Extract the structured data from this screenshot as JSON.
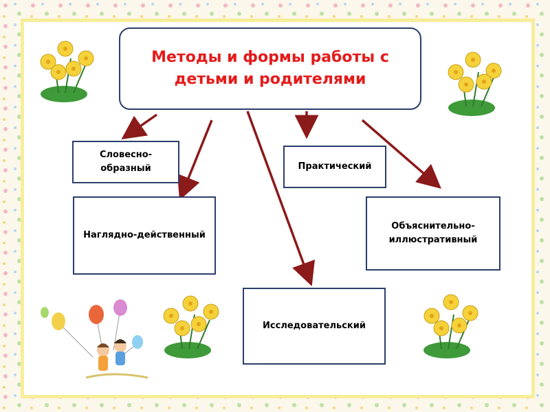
{
  "title": "Методы и формы работы с детьми и родителями",
  "methods": {
    "verbal": "Словесно-образный",
    "visual": "Наглядно-действенный",
    "practical": "Практический",
    "explanatory": "Объяснительно-иллюстративный",
    "research": "Исследовательский"
  },
  "colors": {
    "title_text": "#e41b1b",
    "box_border": "#2b3d6a",
    "arrow": "#8b1a1a",
    "flower": "#f5d23a",
    "background": "#fbf7ea",
    "border_band": "#f7ed9a"
  },
  "decorations": {
    "flower_icons": [
      "flower-icon",
      "flower-icon",
      "flower-icon",
      "flower-icon"
    ],
    "children_illustration": "children-balloons-icon"
  }
}
